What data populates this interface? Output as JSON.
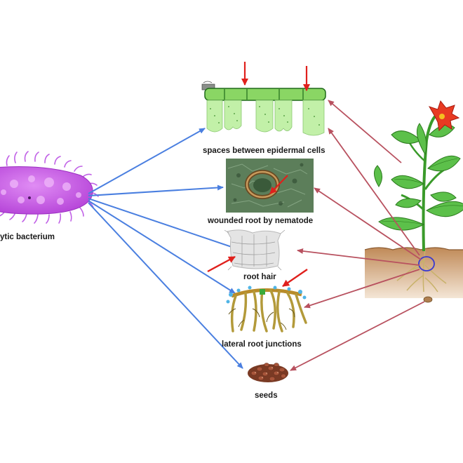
{
  "labels": {
    "bacterium": "ytic bacterium",
    "epidermal": "spaces  between epidermal cells",
    "nematode": "wounded root by nematode",
    "root_hair": "root hair",
    "lateral": "lateral root junctions",
    "seeds": "seeds"
  },
  "colors": {
    "blue_arrow": "#4a7fe0",
    "red_arrow": "#b8515f",
    "bright_red_arrow": "#e0201c",
    "bacterium_body": "#c245e6",
    "leaf_green": "#5cc04a",
    "soil": "#a5744a",
    "flower": "#e83a22"
  },
  "icons": [
    "bacterium-icon",
    "epidermis-icon",
    "nematode-root-icon",
    "root-hair-icon",
    "lateral-roots-icon",
    "seeds-icon",
    "plant-icon"
  ]
}
